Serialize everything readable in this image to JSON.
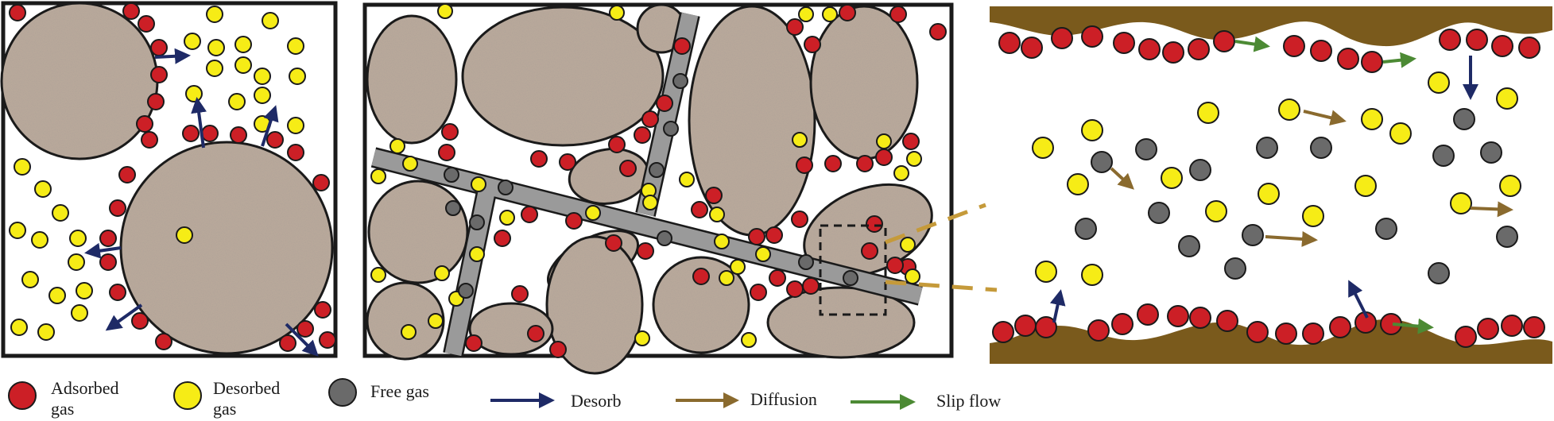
{
  "colors": {
    "adsorbed": "#cc1f26",
    "desorbed": "#f6ec16",
    "free": "#6a6a6a",
    "desorb_arrow": "#1e2a66",
    "diffusion_arrow": "#8a6a2e",
    "slip_arrow": "#4c8a34",
    "rock": "#a8978a",
    "fracture": "#9a9a9a",
    "wall": "#7a5a1c",
    "zoom_line": "#c59a3a"
  },
  "legend": {
    "adsorbed": {
      "line1": "Adsorbed",
      "line2": "gas"
    },
    "desorbed": {
      "line1": "Desorbed",
      "line2": "gas"
    },
    "free": "Free gas",
    "desorb": "Desorb",
    "diffusion": "Diffusion",
    "slip": "Slip flow"
  }
}
